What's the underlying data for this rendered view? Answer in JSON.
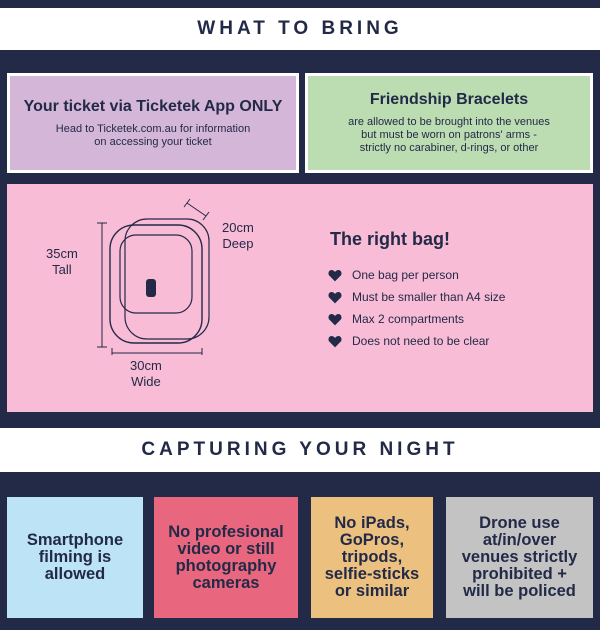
{
  "sections": {
    "bring_title": "WHAT TO BRING",
    "capture_title": "CAPTURING YOUR NIGHT"
  },
  "ticket": {
    "title": "Your ticket via Ticketek App ONLY",
    "line1": "Head to Ticketek.com.au for information",
    "line2": "on accessing your ticket"
  },
  "bracelets": {
    "title": "Friendship Bracelets",
    "line1": "are allowed to be brought into the venues",
    "line2": "but must be worn on patrons' arms -",
    "line3": "strictly no carabiner, d-rings, or other"
  },
  "bag": {
    "title": "The right bag!",
    "height_value": "35cm",
    "height_word": "Tall",
    "depth_value": "20cm",
    "depth_word": "Deep",
    "width_value": "30cm",
    "width_word": "Wide",
    "rules": [
      "One bag per person",
      "Must be smaller than A4 size",
      "Max 2 compartments",
      "Does not need to be clear"
    ]
  },
  "capture": [
    {
      "line1": "Smartphone",
      "line2": "filming is",
      "line3": "allowed",
      "line4": "",
      "line5": ""
    },
    {
      "line1": "No profesional",
      "line2": "video or still",
      "line3": "photography",
      "line4": "cameras",
      "line5": ""
    },
    {
      "line1": "No iPads,",
      "line2": "GoPros,",
      "line3": "tripods,",
      "line4": "selfie-sticks",
      "line5": "or similar"
    },
    {
      "line1": "Drone use",
      "line2": "at/in/over",
      "line3": "venues strictly",
      "line4": "prohibited +",
      "line5": "will be policed"
    }
  ],
  "colors": {
    "navy": "#232a47",
    "lilac": "#d4b6d8",
    "mint": "#bcdcb2",
    "pink": "#f8bcd6",
    "sky": "#bde4f6",
    "coral": "#e8677f",
    "sand": "#ecc07f",
    "grey": "#c3c3c3"
  }
}
